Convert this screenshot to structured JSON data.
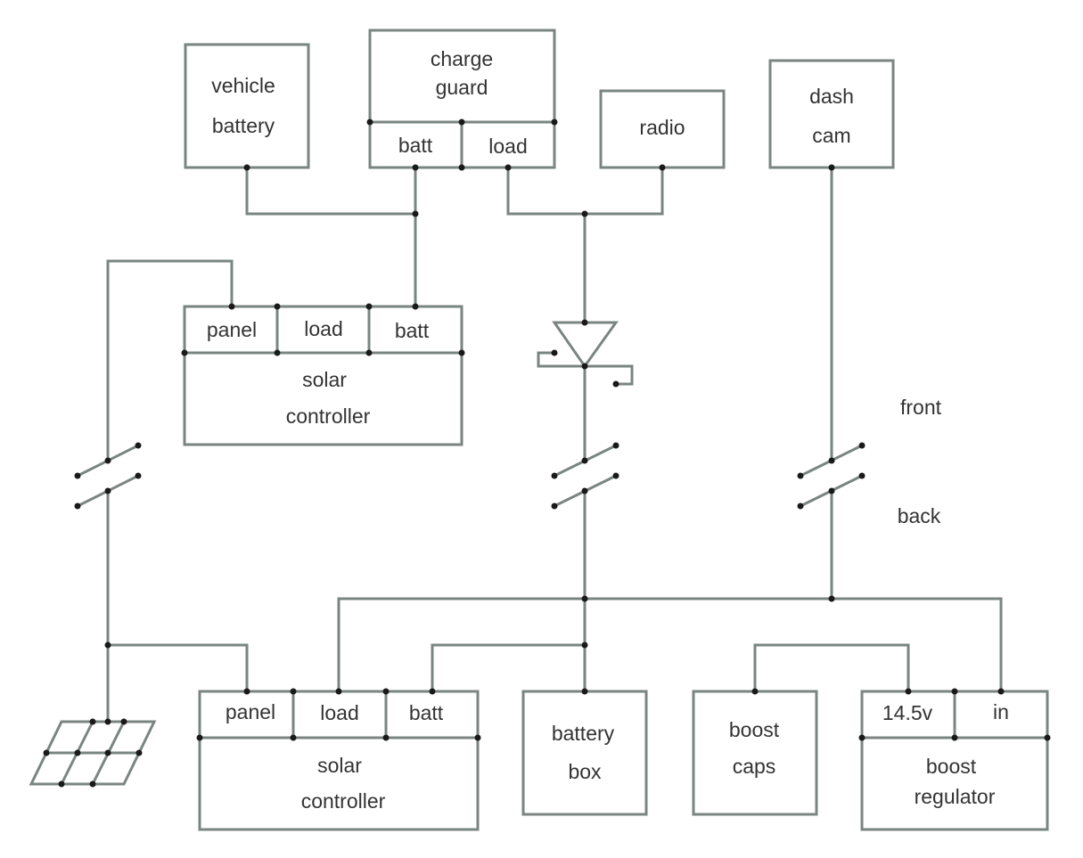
{
  "colors": {
    "line": "#7a8582",
    "node": "#1a1a1a",
    "text": "#333333",
    "background": "#ffffff"
  },
  "components": {
    "vehicle_battery": {
      "line1": "vehicle",
      "line2": "battery"
    },
    "charge_guard": {
      "line1": "charge",
      "line2": "guard",
      "port_batt": "batt",
      "port_load": "load"
    },
    "radio": {
      "label": "radio"
    },
    "dash_cam": {
      "line1": "dash",
      "line2": "cam"
    },
    "solar_controller_top": {
      "port_panel": "panel",
      "port_load": "load",
      "port_batt": "batt",
      "line1": "solar",
      "line2": "controller"
    },
    "solar_controller_bottom": {
      "port_panel": "panel",
      "port_load": "load",
      "port_batt": "batt",
      "line1": "solar",
      "line2": "controller"
    },
    "battery_box": {
      "line1": "battery",
      "line2": "box"
    },
    "boost_caps": {
      "line1": "boost",
      "line2": "caps"
    },
    "boost_regulator": {
      "port_out": "14.5v",
      "port_in": "in",
      "line1": "boost",
      "line2": "regulator"
    }
  },
  "switch_labels": {
    "front": "front",
    "back": "back"
  },
  "icons": [
    "solar-panel-icon",
    "diode-icon",
    "switch-icon"
  ]
}
